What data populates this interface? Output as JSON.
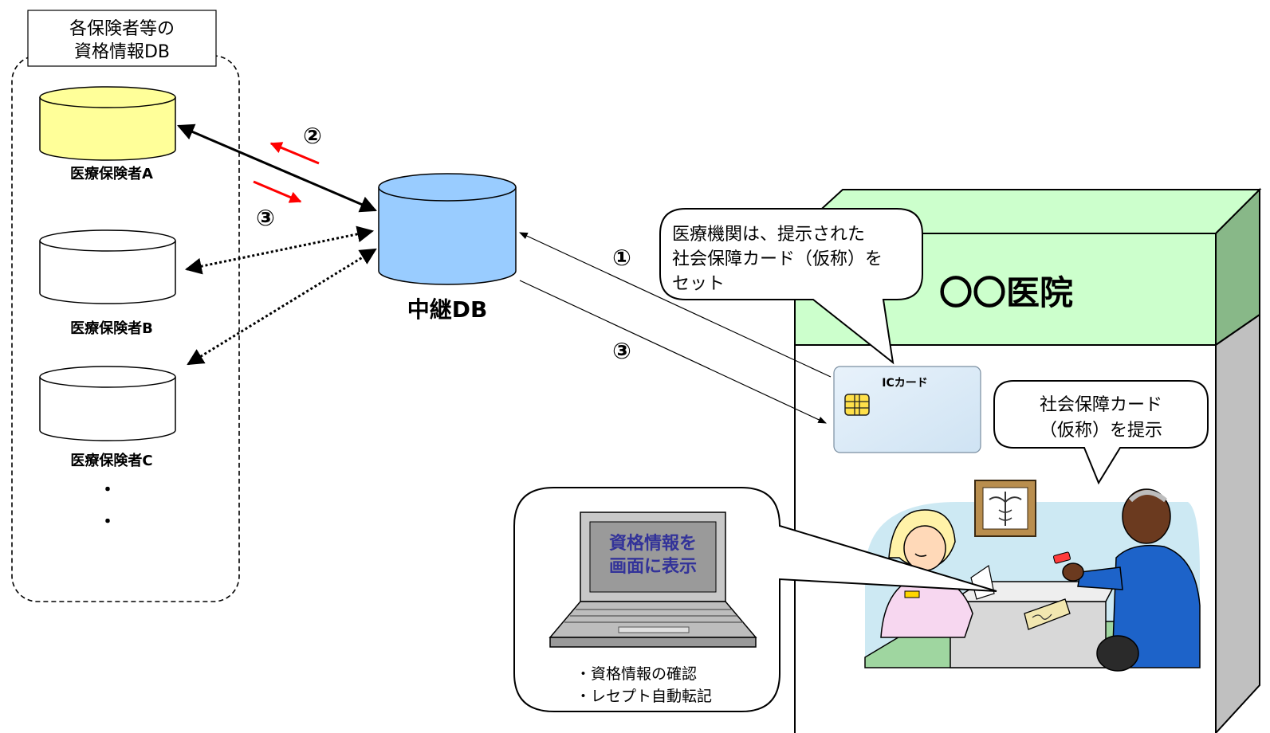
{
  "group": {
    "title_line1": "各保険者等の",
    "title_line2": "資格情報DB"
  },
  "insurers": [
    {
      "label": "医療保険者A",
      "color": "#ffff99"
    },
    {
      "label": "医療保険者B",
      "color": "#ffffff"
    },
    {
      "label": "医療保険者C",
      "color": "#ffffff"
    }
  ],
  "ellipsis": [
    "・",
    "・"
  ],
  "relay": {
    "label": "中継DB",
    "color": "#99ccff"
  },
  "steps": {
    "one": "①",
    "two": "②",
    "three_left": "③",
    "three_right": "③"
  },
  "hospital": {
    "name": "〇〇医院",
    "roof_color": "#ccffcc"
  },
  "callout_staff": {
    "line1": "医療機関は、提示された",
    "line2": "社会保障カード（仮称）を",
    "line3": "セット"
  },
  "callout_patient": {
    "line1": "社会保障カード",
    "line2": "（仮称）を提示"
  },
  "card": {
    "label": "ICカード"
  },
  "laptop": {
    "screen_line1": "資格情報を",
    "screen_line2": "画面に表示"
  },
  "laptop_notes": {
    "line1": "・資格情報の確認",
    "line2": "・レセプト自動転記"
  },
  "colors": {
    "arrow_red": "#ff0000",
    "laptop_text": "#333399"
  }
}
